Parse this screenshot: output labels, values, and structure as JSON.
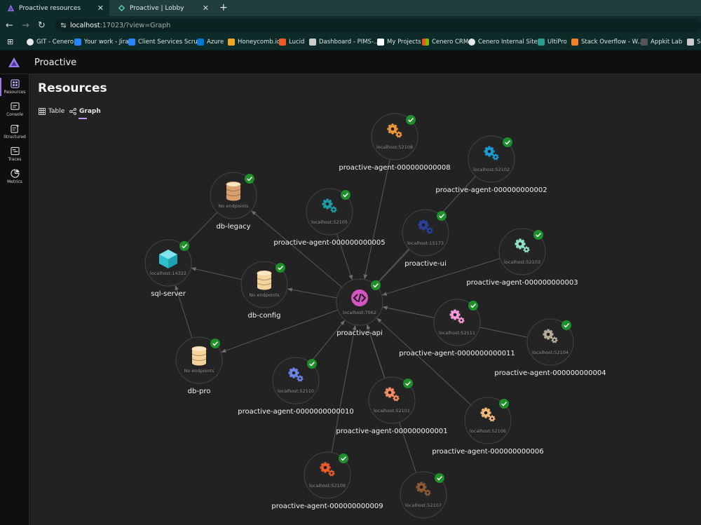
{
  "browser": {
    "tabs": [
      {
        "title": "Proactive resources",
        "active": true
      },
      {
        "title": "Proactive | Lobby",
        "active": false
      }
    ],
    "url_host": "localhost",
    "url_path": ":17023/?view=Graph",
    "bookmarks": [
      {
        "label": "GIT - Cenero",
        "color": "#e8e8e8"
      },
      {
        "label": "Your work - Jira",
        "color": "#2684ff"
      },
      {
        "label": "Client Services Scru...",
        "color": "#2684ff"
      },
      {
        "label": "Azure",
        "color": "#0078d4"
      },
      {
        "label": "Honeycomb.io",
        "color": "#f5a623"
      },
      {
        "label": "Lucid",
        "color": "#f05a28"
      },
      {
        "label": "Dashboard - PIMS-...",
        "color": "#cccccc"
      },
      {
        "label": "My Projects",
        "color": "#ffffff"
      },
      {
        "label": "Cenero CRM",
        "color": "#7fba00"
      },
      {
        "label": "Cenero Internal Site...",
        "color": "#e8e8e8"
      },
      {
        "label": "UltiPro",
        "color": "#2a9d8f"
      },
      {
        "label": "Stack Overflow - W...",
        "color": "#f48024"
      },
      {
        "label": "Appkit Lab",
        "color": "#555555"
      },
      {
        "label": "Sc",
        "color": "#cccccc"
      }
    ]
  },
  "app": {
    "title": "Proactive",
    "nav": [
      {
        "label": "Resources",
        "icon": "resources-icon",
        "active": true
      },
      {
        "label": "Console",
        "icon": "console-icon",
        "active": false
      },
      {
        "label": "Structured",
        "icon": "structured-icon",
        "active": false
      },
      {
        "label": "Traces",
        "icon": "traces-icon",
        "active": false
      },
      {
        "label": "Metrics",
        "icon": "metrics-icon",
        "active": false
      }
    ]
  },
  "page": {
    "title": "Resources",
    "view_tabs": [
      {
        "label": "Table",
        "active": false
      },
      {
        "label": "Graph",
        "active": true
      }
    ]
  },
  "graph": {
    "nodes": [
      {
        "id": "n8",
        "name": "proactive-agent-000000000008",
        "endpoint": "localhost:52108",
        "icon": "gears-icon",
        "color": "#f0953a"
      },
      {
        "id": "n2",
        "name": "proactive-agent-000000000002",
        "endpoint": "localhost:52102",
        "icon": "gears-icon",
        "color": "#1b9bd4"
      },
      {
        "id": "dblegacy",
        "name": "db-legacy",
        "endpoint": "No endpoints",
        "icon": "database-icon",
        "color": "#d9a06b"
      },
      {
        "id": "n5",
        "name": "proactive-agent-000000000005",
        "endpoint": "localhost:52105",
        "icon": "gears-icon",
        "color": "#1c9aa6"
      },
      {
        "id": "ui",
        "name": "proactive-ui",
        "endpoint": "localhost:15173",
        "icon": "gears-icon",
        "color": "#2c3f9e"
      },
      {
        "id": "n3",
        "name": "proactive-agent-000000000003",
        "endpoint": "localhost:52103",
        "icon": "gears-icon",
        "color": "#8fe0c8"
      },
      {
        "id": "sql",
        "name": "sql-server",
        "endpoint": "localhost:14322",
        "icon": "package-icon",
        "color": "#2bc1cf"
      },
      {
        "id": "dbconfig",
        "name": "db-config",
        "endpoint": "No endpoints",
        "icon": "database-icon",
        "color": "#f6d39a"
      },
      {
        "id": "api",
        "name": "proactive-api",
        "endpoint": "localhost:7062",
        "icon": "code-icon",
        "color": "#d653c4"
      },
      {
        "id": "n11",
        "name": "proactive-agent-0000000000011",
        "endpoint": "localhost:52111",
        "icon": "gears-icon",
        "color": "#f39ad9"
      },
      {
        "id": "n4",
        "name": "proactive-agent-000000000004",
        "endpoint": "localhost:52104",
        "icon": "gears-icon",
        "color": "#b5aa96"
      },
      {
        "id": "dbpro",
        "name": "db-pro",
        "endpoint": "No endpoints",
        "icon": "database-icon",
        "color": "#f6d39a"
      },
      {
        "id": "n10",
        "name": "proactive-agent-0000000000010",
        "endpoint": "localhost:52110",
        "icon": "gears-icon",
        "color": "#6c86e6"
      },
      {
        "id": "n1",
        "name": "proactive-agent-000000000001",
        "endpoint": "localhost:52101",
        "icon": "gears-icon",
        "color": "#f48a5e"
      },
      {
        "id": "n6",
        "name": "proactive-agent-000000000006",
        "endpoint": "localhost:52106",
        "icon": "gears-icon",
        "color": "#f2b97a"
      },
      {
        "id": "n9",
        "name": "proactive-agent-000000000009",
        "endpoint": "localhost:52109",
        "icon": "gears-icon",
        "color": "#ee5a2a"
      },
      {
        "id": "n7",
        "name": "",
        "endpoint": "localhost:52107",
        "icon": "gears-icon",
        "color": "#8b5a32"
      }
    ],
    "edges": [
      [
        "n8",
        "api"
      ],
      [
        "n2",
        "api"
      ],
      [
        "n5",
        "api"
      ],
      [
        "ui",
        "api"
      ],
      [
        "n3",
        "api"
      ],
      [
        "n11",
        "api"
      ],
      [
        "n4",
        "api"
      ],
      [
        "n10",
        "api"
      ],
      [
        "n1",
        "api"
      ],
      [
        "n6",
        "api"
      ],
      [
        "n9",
        "api"
      ],
      [
        "n7",
        "api"
      ],
      [
        "api",
        "dblegacy"
      ],
      [
        "api",
        "dbconfig"
      ],
      [
        "api",
        "dbpro"
      ],
      [
        "dbconfig",
        "sql"
      ],
      [
        "dblegacy",
        "sql"
      ],
      [
        "dbpro",
        "sql"
      ]
    ],
    "status_color": "#1e8f2b"
  }
}
